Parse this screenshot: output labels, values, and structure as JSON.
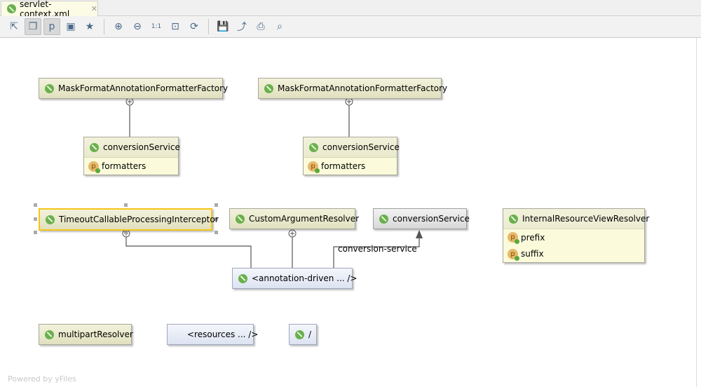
{
  "tab": {
    "title": "servlet-context.xml",
    "close": "✕"
  },
  "toolbar": {
    "buttons": [
      {
        "icon": "export-icon"
      },
      {
        "icon": "copy-icon",
        "active": true
      },
      {
        "icon": "properties-icon",
        "active": true
      },
      {
        "icon": "select-icon"
      },
      {
        "icon": "layout-icon"
      },
      {
        "icon": "zoom-in-icon"
      },
      {
        "icon": "zoom-out-icon"
      },
      {
        "icon": "actual-size-icon"
      },
      {
        "icon": "fit-content-icon"
      },
      {
        "icon": "apply-layout-icon"
      },
      {
        "icon": "save-icon"
      },
      {
        "icon": "export-file-icon"
      },
      {
        "icon": "print-icon"
      },
      {
        "icon": "print-preview-icon"
      }
    ]
  },
  "nodes": {
    "mask1": {
      "label": "MaskFormatAnnotationFormatterFactory"
    },
    "mask2": {
      "label": "MaskFormatAnnotationFormatterFactory"
    },
    "cs1": {
      "label": "conversionService",
      "prop": "formatters"
    },
    "cs2": {
      "label": "conversionService",
      "prop": "formatters"
    },
    "timeout": {
      "label": "TimeoutCallableProcessingInterceptor"
    },
    "custom": {
      "label": "CustomArgumentResolver"
    },
    "csref": {
      "label": "conversionService"
    },
    "irvr": {
      "label": "InternalResourceViewResolver",
      "props": [
        "prefix",
        "suffix"
      ]
    },
    "annotation": {
      "label": "<annotation-driven ... />"
    },
    "multipart": {
      "label": "multipartResolver"
    },
    "resources": {
      "label": "<resources ... />"
    },
    "root": {
      "label": "/"
    }
  },
  "edge_label": "conversion-service",
  "footer": "Powered by yFiles",
  "colors": {
    "bean": "#6ab04c",
    "selection": "#f5c518"
  }
}
